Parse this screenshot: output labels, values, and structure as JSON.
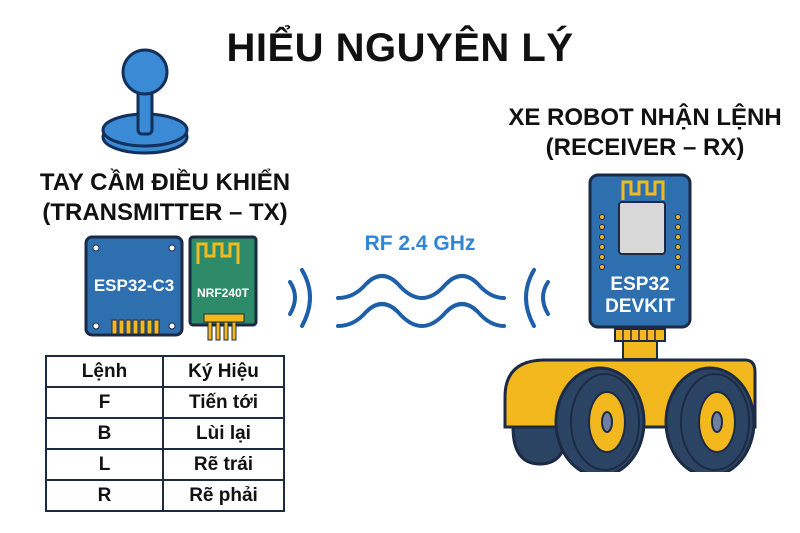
{
  "title": "HIỂU NGUYÊN LÝ",
  "transmitter": {
    "label_line1": "TAY CẦM ĐIỀU KHIỂN",
    "label_line2": "(TRANSMITTER – TX)",
    "modules": [
      "ESP32-C3",
      "NRF240T"
    ],
    "icon": "joystick-icon"
  },
  "signal": {
    "label": "RF 2.4 GHz",
    "icon": "radio-wave-icon"
  },
  "receiver": {
    "label_line1": "XE ROBOT NHẬN LỆNH",
    "label_line2": "(RECEIVER – RX)",
    "board_line1": "ESP32",
    "board_line2": "DEVKIT",
    "icon": "robot-car-icon"
  },
  "command_table": {
    "headers": [
      "Lệnh",
      "Ký Hiệu"
    ],
    "rows": [
      [
        "F",
        "Tiến tới"
      ],
      [
        "B",
        "Lùi lại"
      ],
      [
        "L",
        "Rẽ trái"
      ],
      [
        "R",
        "Rẽ phải"
      ]
    ]
  },
  "colors": {
    "board_blue": "#2e6fb0",
    "light_blue": "#3a8ad6",
    "nrf_green": "#2e8b6a",
    "gold": "#f2b81e",
    "navy": "#1c2a44",
    "rf_text": "#2f86d8"
  }
}
